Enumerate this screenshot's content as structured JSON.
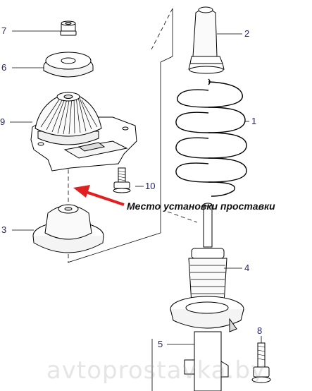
{
  "callouts": {
    "c1": "1",
    "c2": "2",
    "c3": "3",
    "c4": "4",
    "c5": "5",
    "c6": "6",
    "c7": "7",
    "c8": "8",
    "c9": "9",
    "c10": "10"
  },
  "annotation": "Место установки проставки",
  "watermark": "avtoprostavka.by",
  "colors": {
    "callout_text": "#22246a",
    "arrow": "#e02020",
    "line": "#000000"
  }
}
